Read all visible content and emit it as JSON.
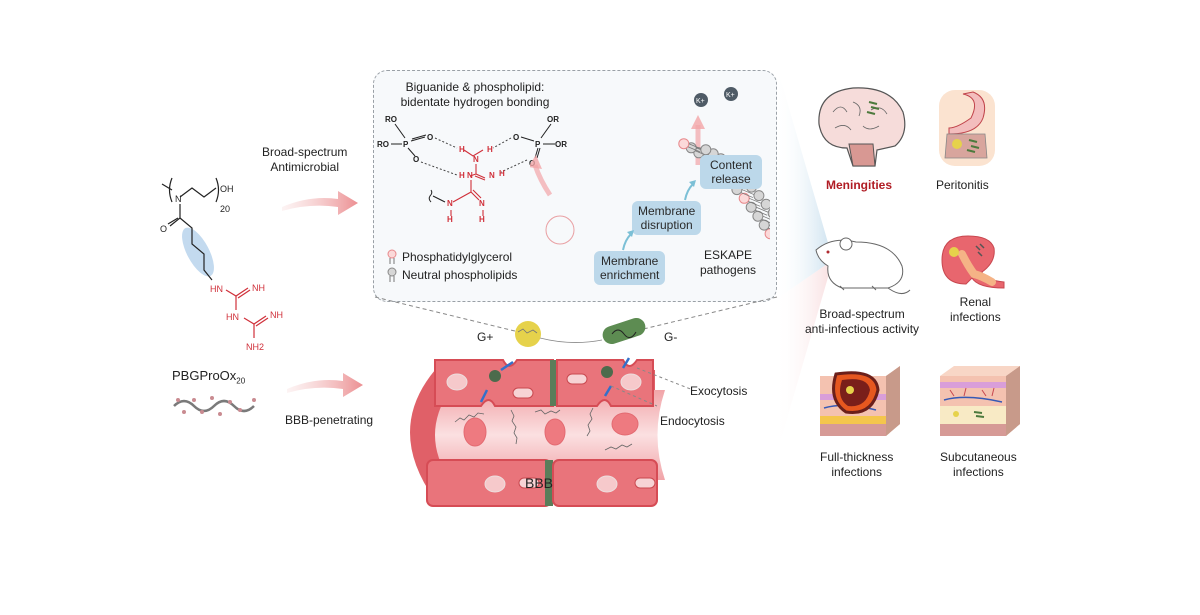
{
  "polymer": {
    "name": "PBGProOx",
    "name_subscript": "20",
    "repeat_subscript": "20",
    "end_group": "OH",
    "backbone_atoms": [
      "N",
      "O"
    ],
    "biguanide_atoms": [
      "HN",
      "NH",
      "HN",
      "NH",
      "NH2"
    ]
  },
  "arrows": {
    "top_label_line1": "Broad-spectrum",
    "top_label_line2": "Antimicrobial",
    "bottom_label": "BBB-penetrating"
  },
  "mechanism_panel": {
    "title_line1": "Biguanide & phospholipid:",
    "title_line2": "bidentate hydrogen bonding",
    "phosphate_left": [
      "RO",
      "RO",
      "P",
      "O",
      "O"
    ],
    "phosphate_right": [
      "OR",
      "OR",
      "P",
      "O",
      "O"
    ],
    "legend": [
      {
        "label": "Phosphatidylglycerol",
        "icon": "pg-lipid-icon",
        "color": "#e8898c"
      },
      {
        "label": "Neutral phospholipids",
        "icon": "neutral-lipid-icon",
        "color": "#b0b0b0"
      }
    ],
    "steps": [
      {
        "line1": "Membrane",
        "line2": "enrichment"
      },
      {
        "line1": "Membrane",
        "line2": "disruption"
      },
      {
        "line1": "Content",
        "line2": "release"
      }
    ],
    "pathogen_label_line1": "ESKAPE",
    "pathogen_label_line2": "pathogens",
    "ion_label": "K+"
  },
  "bbb": {
    "gram_pos": "G+",
    "gram_neg": "G-",
    "exocytosis": "Exocytosis",
    "endocytosis": "Endocytosis",
    "label": "BBB"
  },
  "applications": {
    "meningitis": {
      "label": "Meningities",
      "color": "#b01c24"
    },
    "peritonitis": {
      "label": "Peritonitis"
    },
    "mouse": {
      "line1": "Broad-spectrum",
      "line2": "anti-infectious activity"
    },
    "renal": {
      "line1": "Renal",
      "line2": "infections"
    },
    "full_thickness": {
      "line1": "Full-thickness",
      "line2": "infections"
    },
    "subcutaneous": {
      "line1": "Subcutaneous",
      "line2": "infections"
    }
  },
  "colors": {
    "biguanide_red": "#d0303a",
    "step_blue": "#bcd8ea",
    "vessel_red": "#e06068",
    "highlight_blue": "#a9cbe8"
  }
}
